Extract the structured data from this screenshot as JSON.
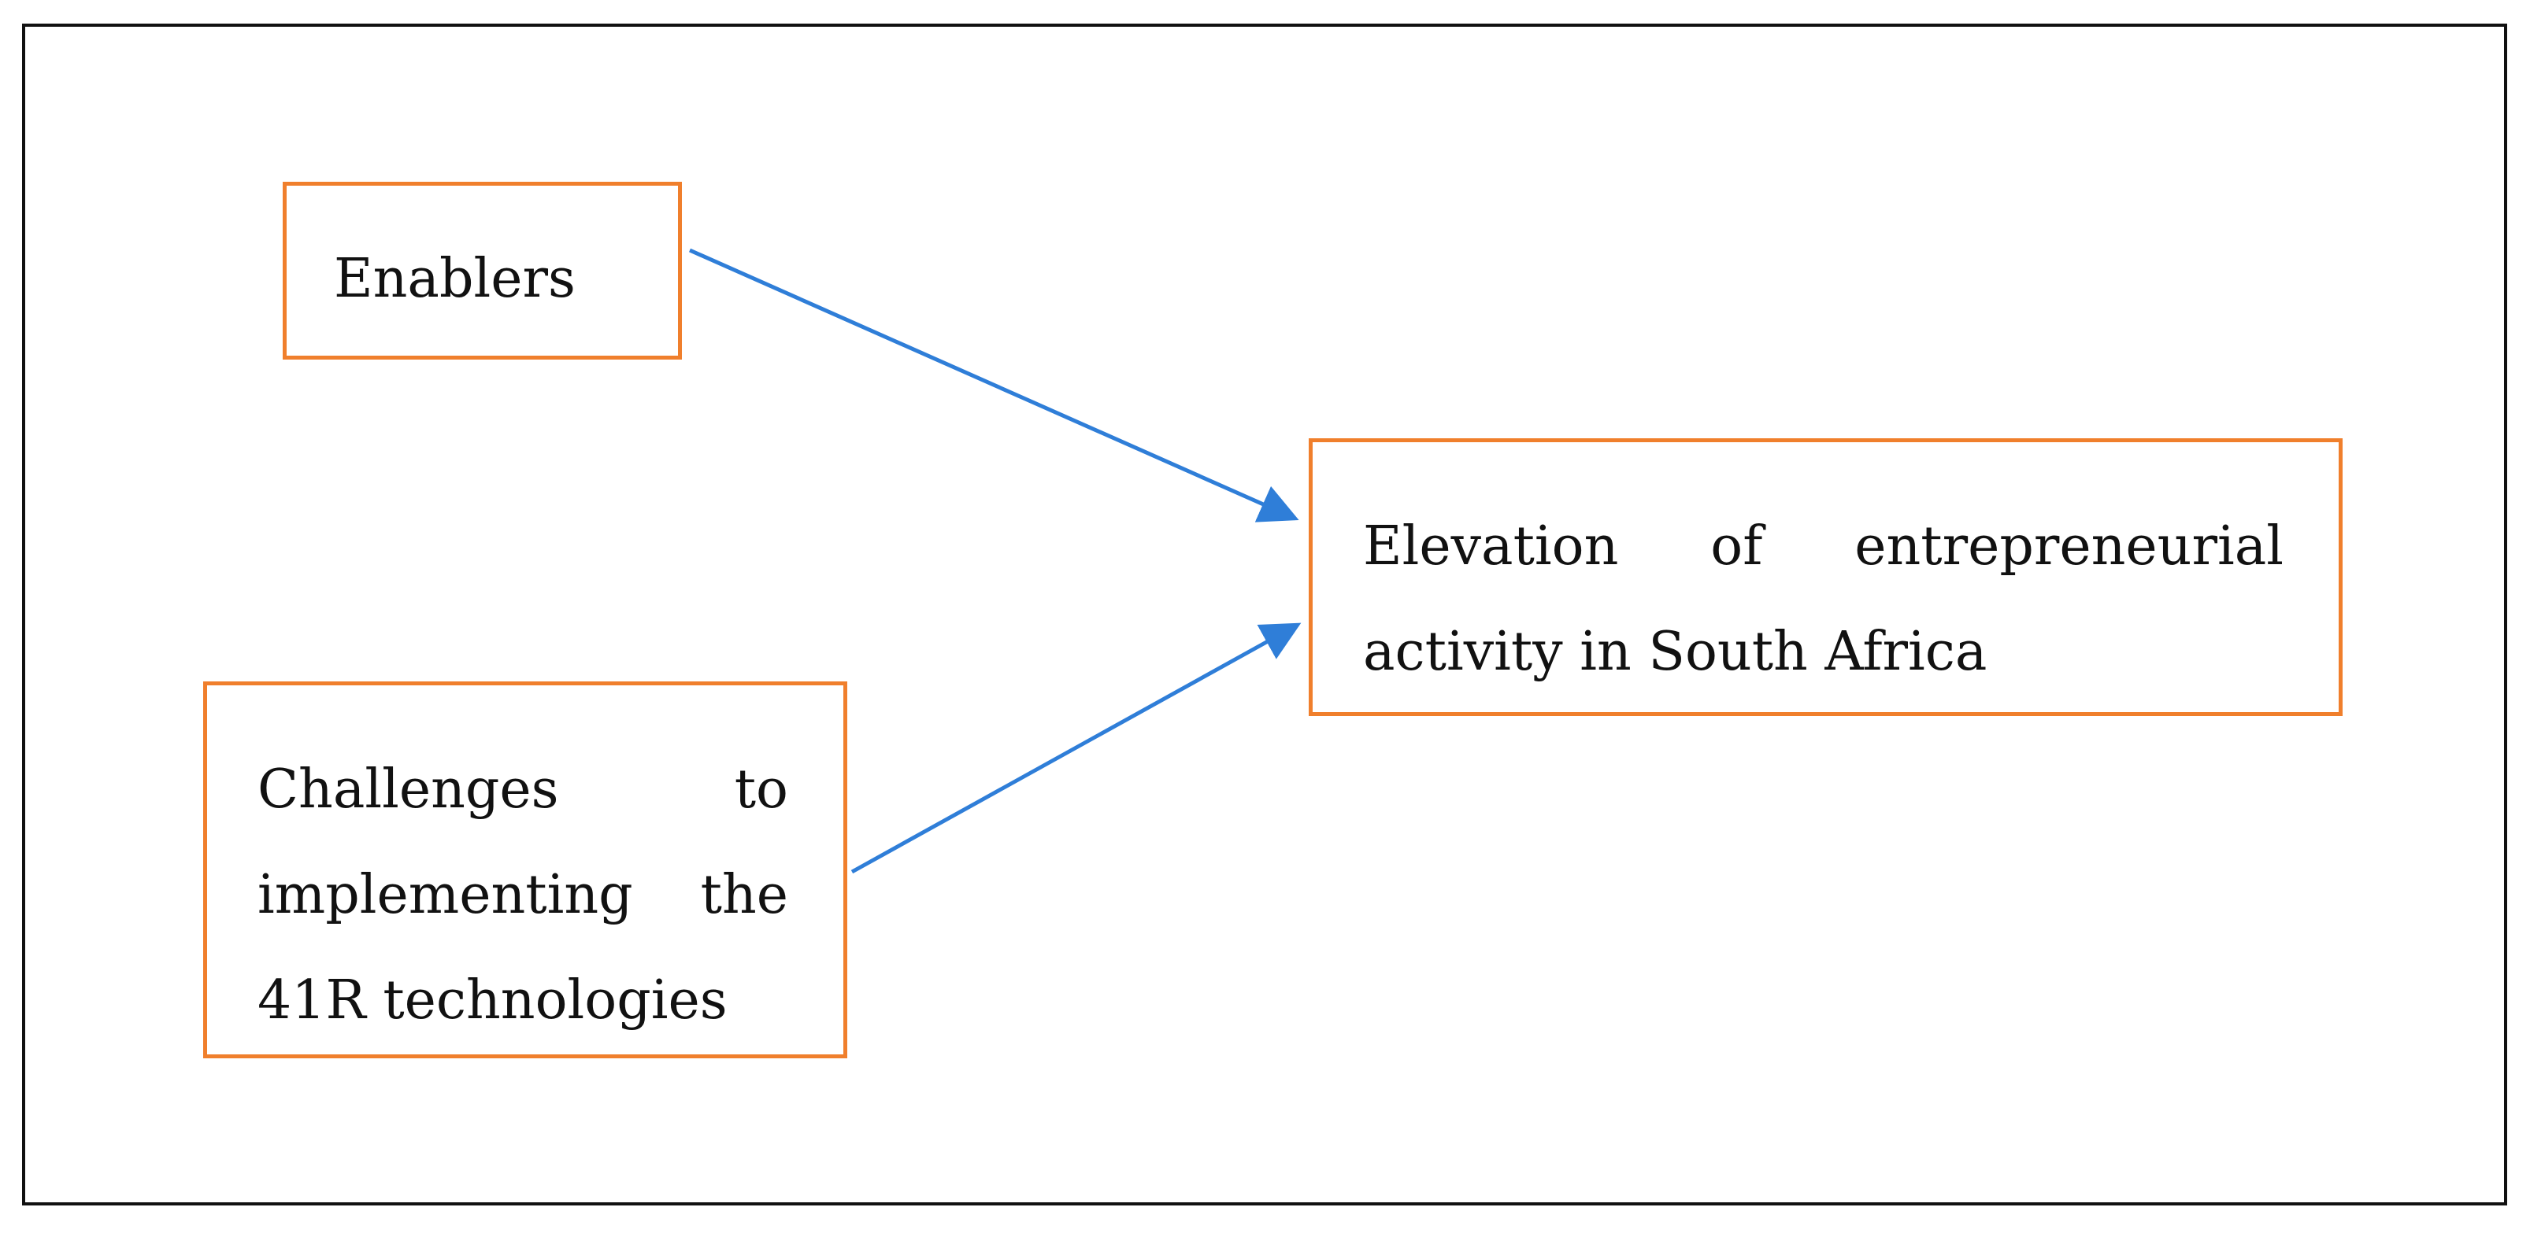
{
  "diagram": {
    "nodes": {
      "enablers": {
        "label": "Enablers"
      },
      "outcome": {
        "line1": [
          "Elevation",
          "of",
          "entrepreneurial"
        ],
        "line2": "activity in South Africa"
      },
      "challenges": {
        "line1": [
          "Challenges",
          "to"
        ],
        "line2": [
          "implementing",
          "the"
        ],
        "line3": "41R technologies"
      }
    },
    "edges": [
      {
        "from": "enablers",
        "to": "outcome"
      },
      {
        "from": "challenges",
        "to": "outcome"
      }
    ],
    "colors": {
      "node_border": "#f07f2c",
      "arrow": "#2f7ed8",
      "frame": "#111111",
      "text": "#111111"
    }
  }
}
